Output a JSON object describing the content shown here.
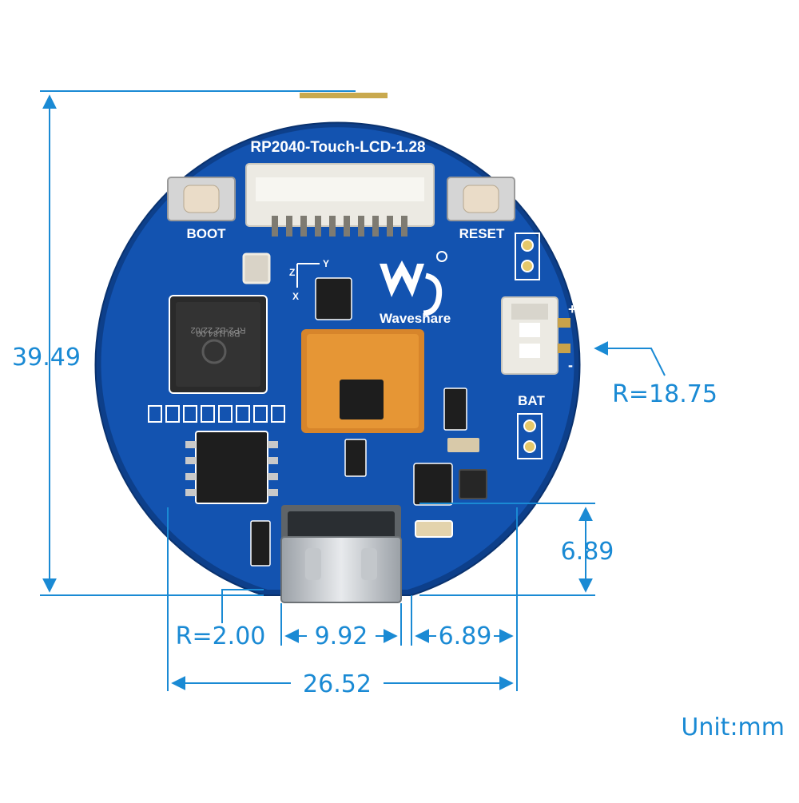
{
  "board": {
    "title": "RP2040-Touch-LCD-1.28",
    "boot_label": "BOOT",
    "reset_label": "RESET",
    "bat_label": "BAT",
    "brand": "Waveshare",
    "mcu_text_1": "RP2-B2  22/02",
    "mcu_text_2": "P8U184.00",
    "axis_y": "Y",
    "axis_z": "Z",
    "axis_x": "X",
    "plus_sign": "+",
    "minus_sign": "-",
    "colors": {
      "pcb": "#1353b0",
      "pcb_dark": "#0d3f8a",
      "accent": "#1a8ad4"
    }
  },
  "dimensions": {
    "height": "39.49",
    "radius": "R=18.75",
    "notch_height": "6.89",
    "corner_radius": "R=2.00",
    "usb_width": "9.92",
    "usb_offset": "6.89",
    "bottom_width": "26.52"
  },
  "unit_label": "Unit:mm"
}
